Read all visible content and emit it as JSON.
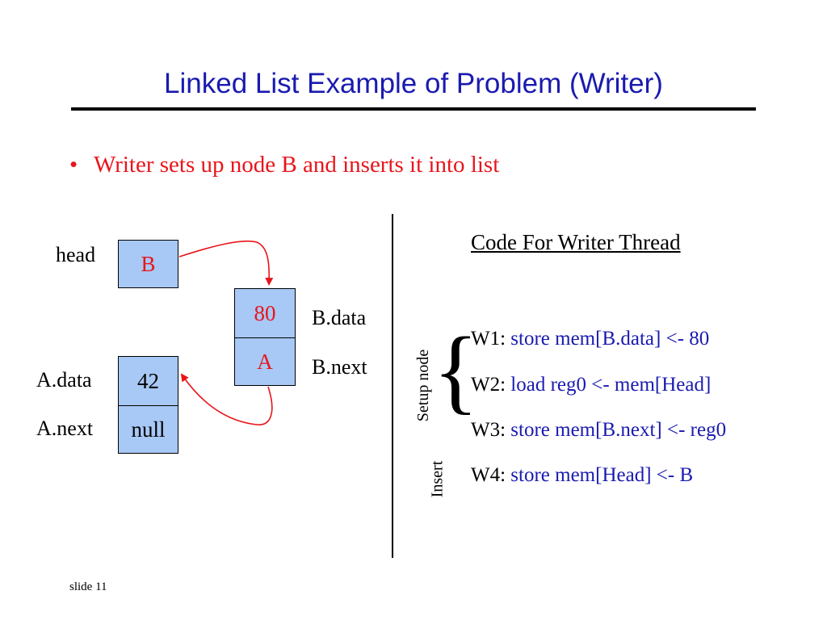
{
  "slide": {
    "title": "Linked List Example of Problem (Writer)",
    "bullet": "Writer sets up node B and inserts it into list",
    "footer": "slide 11"
  },
  "diagram": {
    "head_label": "head",
    "head_value": "B",
    "node_b": {
      "data": "80",
      "next": "A",
      "data_label": "B.data",
      "next_label": "B.next"
    },
    "node_a": {
      "data": "42",
      "next": "null",
      "data_label": "A.data",
      "next_label": "A.next"
    }
  },
  "code": {
    "heading": "Code For Writer Thread",
    "setup_label": "Setup node",
    "insert_label": "Insert",
    "lines": [
      {
        "id": "W1:",
        "text": "store mem[B.data] <- 80"
      },
      {
        "id": "W2:",
        "text": "load reg0 <- mem[Head]"
      },
      {
        "id": "W3:",
        "text": "store mem[B.next] <- reg0"
      },
      {
        "id": "W4:",
        "text": "store mem[Head] <- B"
      }
    ]
  },
  "colors": {
    "title": "#1a1ab0",
    "bullet": "#e8151b",
    "box_fill": "#a8c8f5",
    "arrow": "#e8151b",
    "code": "#1a1ab0"
  }
}
